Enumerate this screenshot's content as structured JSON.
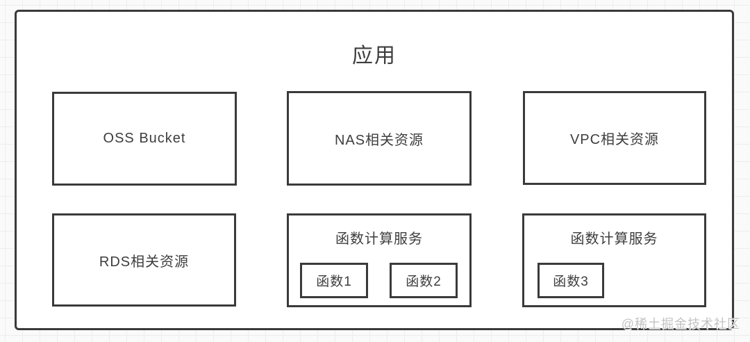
{
  "diagram": {
    "title": "应用",
    "watermark": "@稀土掘金技术社区",
    "colors": {
      "border": "#3a3a3a",
      "text": "#3d3d3d",
      "node_background": "#ffffff",
      "page_background": "#fafafa",
      "grid_line": "#ededed",
      "watermark_text": "#c3c3c3"
    },
    "boxes": [
      {
        "id": "oss-bucket",
        "label": "OSS Bucket"
      },
      {
        "id": "nas-resources",
        "label": "NAS相关资源"
      },
      {
        "id": "vpc-resources",
        "label": "VPC相关资源"
      },
      {
        "id": "rds-resources",
        "label": "RDS相关资源"
      },
      {
        "id": "fc-service-1",
        "label": "函数计算服务",
        "functions": [
          "函数1",
          "函数2"
        ]
      },
      {
        "id": "fc-service-2",
        "label": "函数计算服务",
        "functions": [
          "函数3"
        ]
      }
    ]
  }
}
